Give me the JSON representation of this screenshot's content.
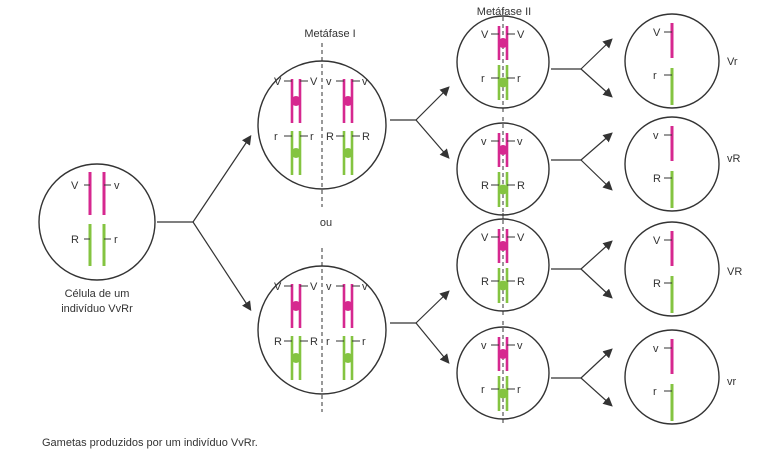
{
  "colors": {
    "magenta": "#d6288f",
    "green": "#84c441",
    "stroke": "#333333",
    "text": "#333333"
  },
  "stages": {
    "metaphase1": "Metáfase I",
    "metaphase2": "Metáfase II",
    "or": "ou"
  },
  "initial_cell": {
    "caption_line1": "Célula de um",
    "caption_line2": "indivíduo VvRr"
  },
  "caption": "Gametas produzidos por um indivíduo VvRr.",
  "alleles": {
    "V": "V",
    "v": "v",
    "R": "R",
    "r": "r"
  },
  "gametes": [
    "Vr",
    "vR",
    "VR",
    "vr"
  ]
}
